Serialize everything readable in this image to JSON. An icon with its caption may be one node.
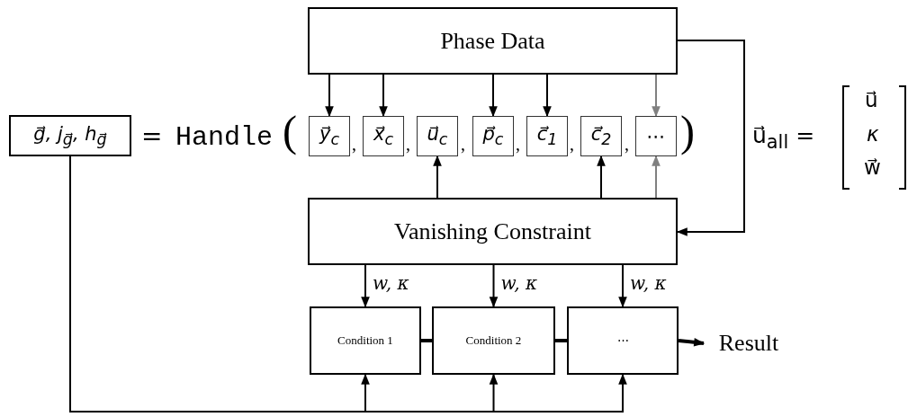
{
  "diagram": {
    "nodes": [
      {
        "text": [
          "Phase Data"
        ]
      },
      {
        "text": [
          "g⃗, j$_{g⃗}$, h$_{g⃗}$"
        ]
      },
      {
        "text": [
          "y⃗$_{c}$"
        ]
      },
      {
        "text": [
          "x⃗$_{c}$"
        ]
      },
      {
        "text": [
          "u⃗$_{c}$"
        ]
      },
      {
        "text": [
          "p⃗$_{c}$"
        ]
      },
      {
        "text": [
          "c⃗$_{1}$"
        ]
      },
      {
        "text": [
          "c⃗$_{2}$"
        ]
      },
      {
        "text": [
          "⋯"
        ]
      },
      {
        "text": [
          "Vanishing Constraint"
        ]
      },
      {
        "text": [
          "Condition 1"
        ]
      },
      {
        "text": [
          "Condition 2"
        ]
      },
      {
        "text": [
          "⋯"
        ]
      },
      {
        "text": [
          "Result"
        ]
      }
    ],
    "edges": [
      {
        "from": 0,
        "to": 2,
        "arrow": "to"
      },
      {
        "from": 0,
        "to": 3,
        "arrow": "to"
      },
      {
        "from": 0,
        "to": 5,
        "arrow": "to"
      },
      {
        "from": 0,
        "to": 6,
        "arrow": "to"
      },
      {
        "from": 0,
        "to": 8,
        "arrow": "to",
        "color": "#808080"
      },
      {
        "from": 9,
        "to": 4,
        "arrow": "to"
      },
      {
        "from": 9,
        "to": 7,
        "arrow": "to"
      },
      {
        "from": 9,
        "to": 8,
        "arrow": "to",
        "color": "#808080"
      },
      {
        "from": 0,
        "to": 9,
        "arrow": "to"
      },
      {
        "from": 9,
        "to": 10,
        "arrow": "to",
        "label": "w, κ"
      },
      {
        "from": 9,
        "to": 11,
        "arrow": "to",
        "label": "w, κ"
      },
      {
        "from": 9,
        "to": 12,
        "arrow": "to",
        "label": "w, κ"
      },
      {
        "from": 10,
        "to": 11,
        "arrow": "none",
        "style": "thick"
      },
      {
        "from": 11,
        "to": 12,
        "arrow": "none",
        "style": "thick"
      },
      {
        "from": 12,
        "to": 13,
        "arrow": "to",
        "style": "thick"
      },
      {
        "from": 1,
        "to": 10,
        "arrow": "to"
      },
      {
        "from": 1,
        "to": 11,
        "arrow": "to"
      },
      {
        "from": 1,
        "to": 12,
        "arrow": "to"
      }
    ],
    "labels": [
      "=",
      "Handle",
      "(",
      ",",
      ",",
      ",",
      ",",
      ",",
      ",",
      ")",
      "u⃗$_{all}$ =",
      "u⃗",
      "κ",
      "w⃗"
    ]
  }
}
